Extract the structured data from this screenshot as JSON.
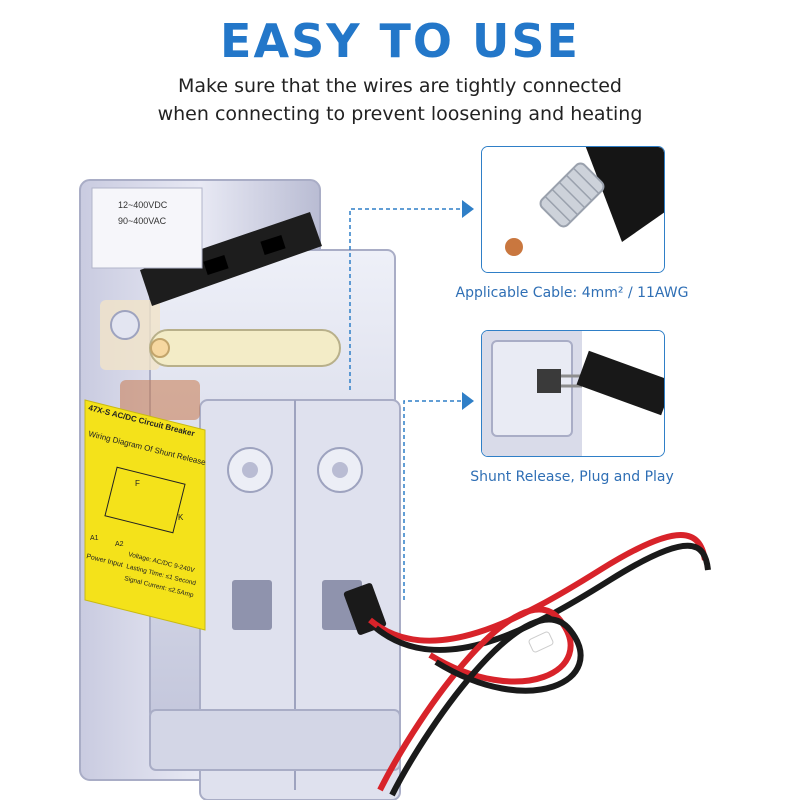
{
  "header": {
    "title": "EASY TO USE",
    "subtitle_line1": "Make sure that the wires are tightly connected",
    "subtitle_line2": "when connecting to prevent loosening and heating"
  },
  "insets": [
    {
      "caption": "Applicable Cable: 4mm² / 11AWG"
    },
    {
      "caption": "Shunt Release, Plug and Play"
    }
  ],
  "device_label": {
    "spec_1": "12~400VDC",
    "spec_2": "90~400VAC",
    "model_strip": "47X-S AC/DC Circuit Breaker",
    "diagram_title": "Wiring Diagram Of Shunt Release",
    "terminal_f": "F",
    "terminal_k": "K",
    "terminal_a1": "A1",
    "terminal_a2": "A2",
    "power_input": "Power Input",
    "voltage": "Voltage: AC/DC 9-240V",
    "lasting_time": "Lasting Time: ≤1 Second",
    "signal_current": "Signal Current: ≤2.5Amp"
  },
  "colors": {
    "accent": "#2377c9",
    "inset_border": "#2f7fc7",
    "label_yellow": "#f4e21a",
    "wire_red": "#d8232a",
    "wire_black": "#1a1a1a"
  }
}
